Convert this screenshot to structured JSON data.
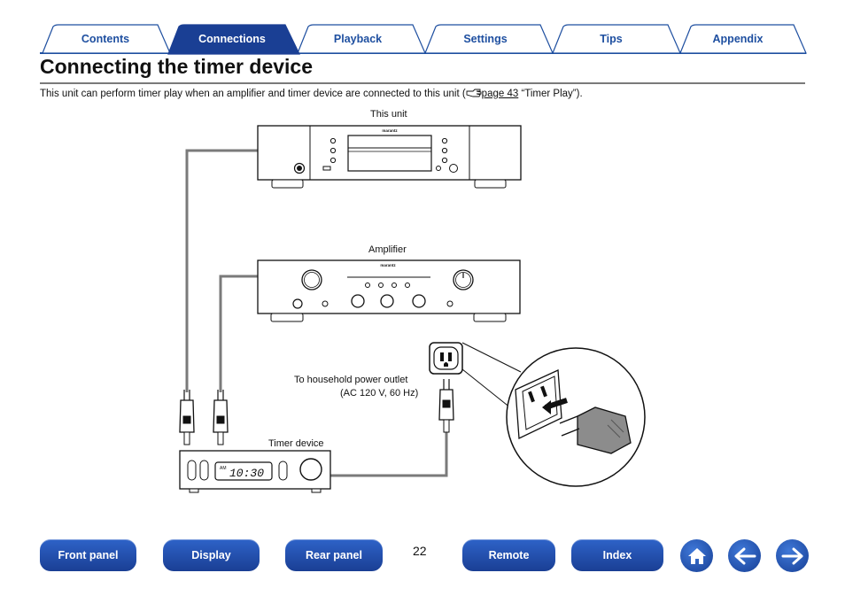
{
  "tabs": [
    {
      "label": "Contents",
      "active": false
    },
    {
      "label": "Connections",
      "active": true
    },
    {
      "label": "Playback",
      "active": false
    },
    {
      "label": "Settings",
      "active": false
    },
    {
      "label": "Tips",
      "active": false
    },
    {
      "label": "Appendix",
      "active": false
    }
  ],
  "colors": {
    "accent": "#1e4fa0",
    "active_tab": "#1a3f94",
    "button": "#1f4aa8"
  },
  "page": {
    "title": "Connecting the timer device",
    "intro_before": "This unit can perform timer play  when an amplifier and timer device are connected to this unit (",
    "intro_link": "page 43",
    "intro_after": " “Timer Play”).",
    "intro_icon": "pointing-hand-icon"
  },
  "diagram": {
    "this_unit_label": "This unit",
    "amplifier_label": "Amplifier",
    "outlet_label_line1": "To household power outlet",
    "outlet_label_line2": "(AC 120 V, 60 Hz)",
    "timer_label": "Timer device",
    "brand": "marantz",
    "timer_display": "10:30",
    "timer_am": "AM"
  },
  "footer": {
    "page_number": "22",
    "buttons": [
      "Front panel",
      "Display",
      "Rear panel",
      "Remote",
      "Index"
    ],
    "icons": [
      "home-icon",
      "back-arrow-icon",
      "forward-arrow-icon"
    ]
  }
}
